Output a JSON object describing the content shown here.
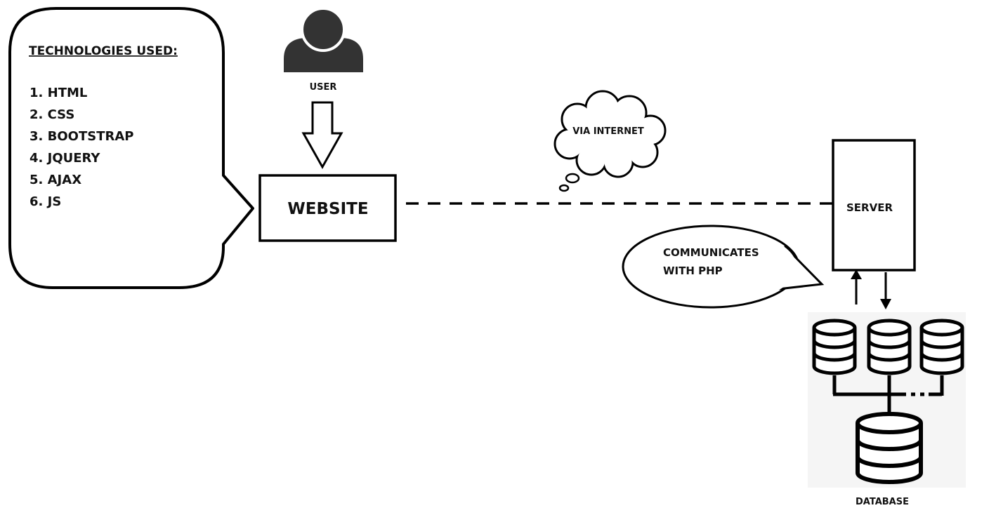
{
  "technologies": {
    "heading": "TECHNOLOGIES USED:",
    "items": [
      "1. HTML",
      "2. CSS",
      "3. BOOTSTRAP",
      "4. JQUERY",
      "5. AJAX",
      "6. JS"
    ]
  },
  "user": {
    "label": "USER"
  },
  "website": {
    "label": "WEBSITE"
  },
  "internet": {
    "label": "VIA INTERNET"
  },
  "server": {
    "label": "SERVER"
  },
  "php": {
    "line1": "COMMUNICATES",
    "line2": "WITH PHP"
  },
  "database": {
    "label": "DATABASE"
  },
  "colors": {
    "stroke": "#000000",
    "user_icon": "#333333",
    "background": "#ffffff"
  }
}
